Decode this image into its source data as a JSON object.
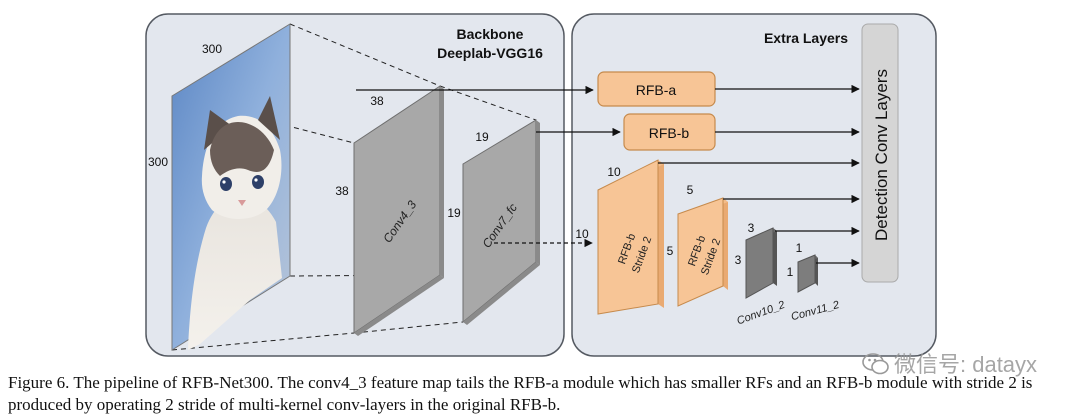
{
  "backbone": {
    "title_line1": "Backbone",
    "title_line2": "Deeplab-VGG16",
    "input": {
      "width": "300",
      "height": "300"
    },
    "conv4": {
      "label": "Conv4_3",
      "width": "38",
      "height": "38"
    },
    "conv7": {
      "label": "Conv7_fc",
      "width": "19",
      "height": "19"
    }
  },
  "extra": {
    "title": "Extra Layers",
    "rfb_a": "RFB-a",
    "rfb_b": "RFB-b",
    "rfb_s2a": {
      "line1": "RFB-b",
      "line2": "Stride 2",
      "width": "10",
      "height": "10"
    },
    "rfb_s2b": {
      "line1": "RFB-b",
      "line2": "Stride 2",
      "width": "5",
      "height": "5"
    },
    "conv10": {
      "label": "Conv10_2",
      "width": "3",
      "height": "3"
    },
    "conv11": {
      "label": "Conv11_2",
      "width": "1",
      "height": "1"
    }
  },
  "detection": "Detection Conv Layers",
  "caption": "Figure 6. The pipeline of RFB-Net300. The conv4_3 feature map tails the RFB-a module which has smaller RFs and an RFB-b module with stride 2 is produced by operating 2 stride of multi-kernel conv-layers in the original RFB-b.",
  "watermark": "微信号: datayx",
  "colors": {
    "panel_fill": "#e3e7ee",
    "panel_stroke": "#555a62",
    "slab_gray": "#a8a8a8",
    "rfb_orange": "#f7c596",
    "rfb_stroke": "#c68a4c",
    "detection_fill": "#d5d5d5"
  }
}
